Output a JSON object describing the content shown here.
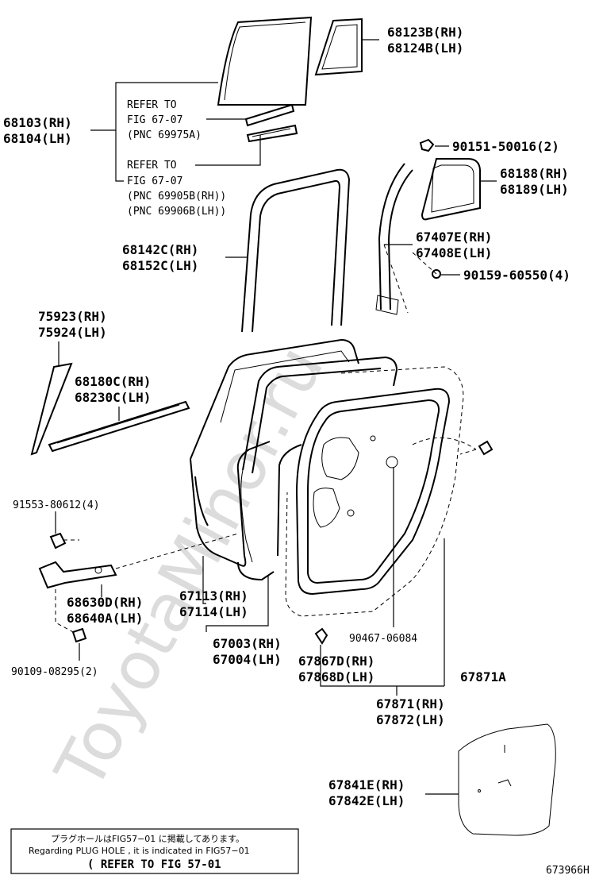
{
  "watermark": "ToyotaMinor.ru",
  "diagram_id": "673966H",
  "parts": {
    "p68123B": "68123B(RH)",
    "p68124B": "68124B(LH)",
    "p68103": "68103(RH)",
    "p68104": "68104(LH)",
    "refer_a1": "REFER TO",
    "refer_a2": "FIG 67-07",
    "refer_a3": "(PNC 69975A)",
    "refer_b1": "REFER TO",
    "refer_b2": "FIG 67-07",
    "refer_b3": "(PNC 69905B(RH))",
    "refer_b4": "(PNC 69906B(LH))",
    "p90151": "90151-50016(2)",
    "p68188": "68188(RH)",
    "p68189": "68189(LH)",
    "p68142C": "68142C(RH)",
    "p68152C": "68152C(LH)",
    "p67407E": "67407E(RH)",
    "p67408E": "67408E(LH)",
    "p90159": "90159-60550(4)",
    "p75923": "75923(RH)",
    "p75924": "75924(LH)",
    "p68180C": "68180C(RH)",
    "p68230C": "68230C(LH)",
    "p91553": "91553-80612(4)",
    "p68630D": "68630D(RH)",
    "p68640A": "68640A(LH)",
    "p67113": "67113(RH)",
    "p67114": "67114(LH)",
    "p67003": "67003(RH)",
    "p67004": "67004(LH)",
    "p90467": "90467-06084",
    "p67867D": "67867D(RH)",
    "p67868D": "67868D(LH)",
    "p67871A": "67871A",
    "p90109": "90109-08295(2)",
    "p67871": "67871(RH)",
    "p67872": "67872(LH)",
    "p67841E": "67841E(RH)",
    "p67842E": "67842E(LH)"
  },
  "plug_note": {
    "jp": "プラグホールはFIG57−01 に掲載してあります。",
    "en": "Regarding PLUG HOLE , it is indicated in FIG57−01",
    "refer": "( REFER TO FIG 57-01"
  }
}
